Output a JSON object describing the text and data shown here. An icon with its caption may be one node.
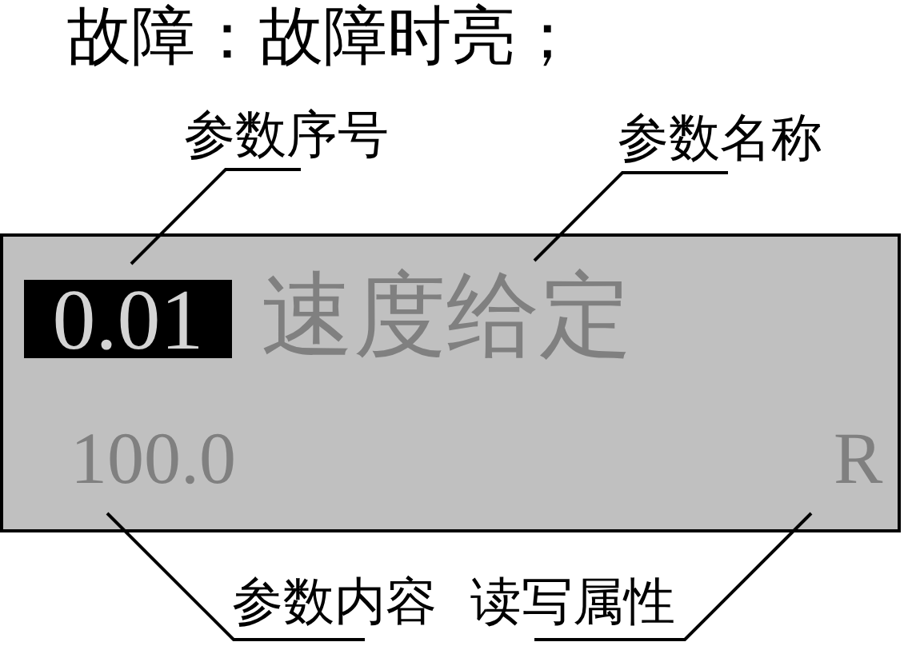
{
  "diagram": {
    "nodes": [
      {
        "text": [
          "参数序号"
        ]
      },
      {
        "text": [
          "参数名称"
        ]
      },
      {
        "text": [],
        "shape": "box"
      },
      {
        "text": [
          "0.01"
        ],
        "in": 2
      },
      {
        "text": [
          "速度给定"
        ],
        "in": 2
      },
      {
        "text": [
          "100.0"
        ],
        "in": 2
      },
      {
        "text": [
          "R"
        ],
        "in": 2
      },
      {
        "text": [
          "参数内容"
        ]
      },
      {
        "text": [
          "读写属性"
        ]
      }
    ],
    "edges": [
      {
        "from": 0,
        "to": 3,
        "arrow": "none"
      },
      {
        "from": 1,
        "to": 4,
        "arrow": "none"
      },
      {
        "from": 7,
        "to": 5,
        "arrow": "none"
      },
      {
        "from": 8,
        "to": 6,
        "arrow": "none"
      }
    ],
    "labels": [
      "故障：故障时亮；"
    ]
  }
}
